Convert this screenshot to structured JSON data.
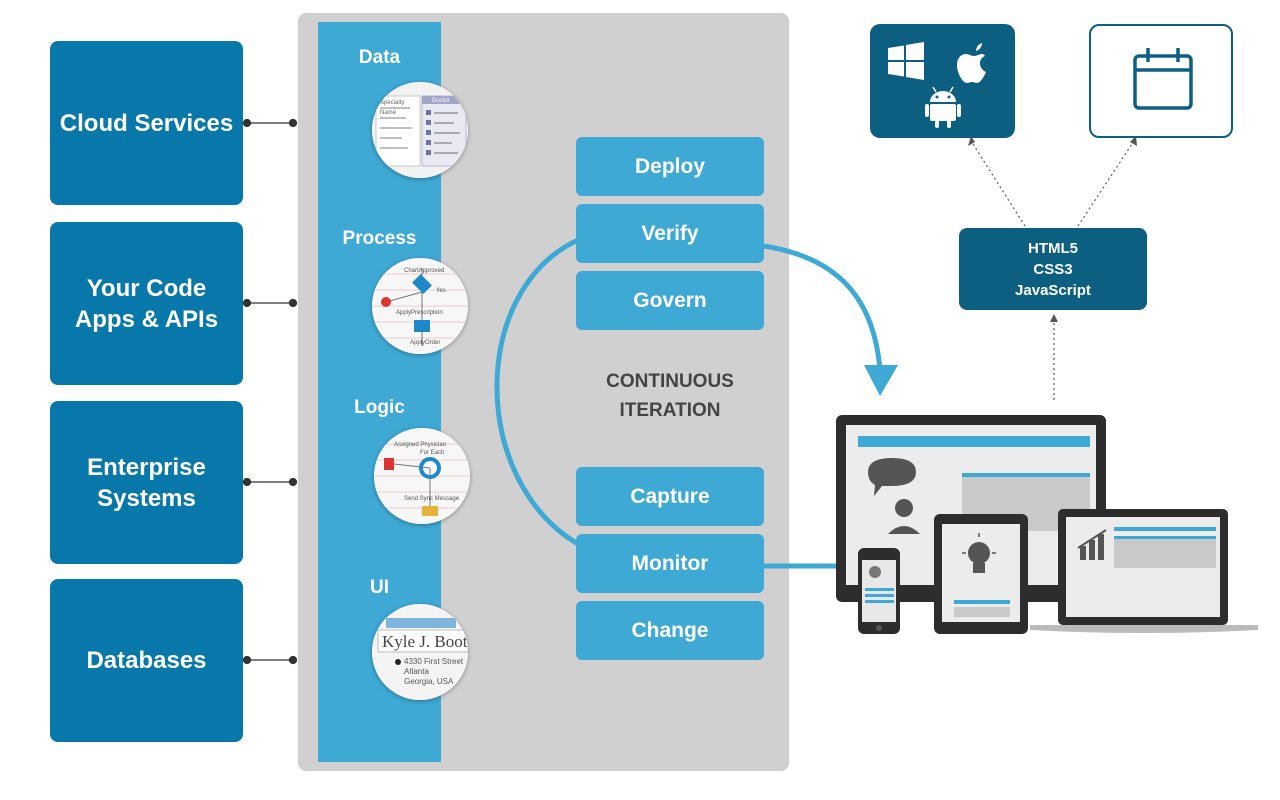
{
  "sources": [
    {
      "lines": [
        "Cloud Services"
      ]
    },
    {
      "lines": [
        "Your Code",
        "Apps & APIs"
      ]
    },
    {
      "lines": [
        "Enterprise",
        "Systems"
      ]
    },
    {
      "lines": [
        "Databases"
      ]
    }
  ],
  "layers": {
    "data": "Data",
    "process": "Process",
    "logic": "Logic",
    "ui": "UI"
  },
  "steps": {
    "deploy": "Deploy",
    "verify": "Verify",
    "govern": "Govern",
    "capture": "Capture",
    "monitor": "Monitor",
    "change": "Change"
  },
  "iteration": [
    "CONTINUOUS",
    "ITERATION"
  ],
  "tech": [
    "HTML5",
    "CSS3",
    "JavaScript"
  ],
  "thumbs": {
    "data_texts": [
      "Doctor",
      "Specialty",
      "Name"
    ],
    "process_texts": [
      "ChartApproved",
      "Yes",
      "ApplyPrescription",
      "ApplyOrder"
    ],
    "logic_texts": [
      "Assigned Physician",
      "For Each",
      "Send Sync Message"
    ],
    "ui_texts": [
      "Kyle J. Boot",
      "4330 First Street",
      "Atlanta",
      "Georgia, USA"
    ]
  },
  "colors": {
    "source_blue": "#0877a9",
    "accent_blue": "#3ea9d4",
    "dark_teal": "#0d5f82",
    "stage_gray": "#d0d0d0"
  },
  "icons": [
    "windows-icon",
    "apple-icon",
    "android-icon",
    "calendar-icon"
  ]
}
